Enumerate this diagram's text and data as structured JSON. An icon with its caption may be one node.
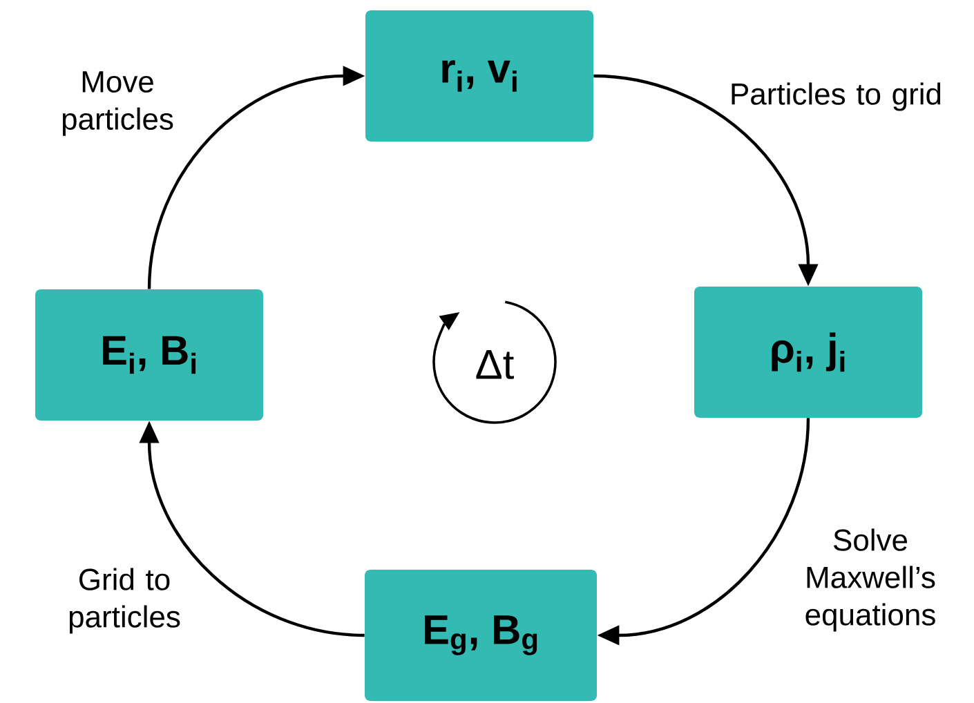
{
  "diagram": {
    "nodes": [
      {
        "text": [
          "r$_{i}$, v$_{i}$"
        ]
      },
      {
        "text": [
          "ρ$_{i}$, j$_{i}$"
        ]
      },
      {
        "text": [
          "E$_{g}$, B$_{g}$"
        ]
      },
      {
        "text": [
          "E$_{i}$, B$_{i}$"
        ]
      }
    ],
    "edges": [
      {
        "from": 0,
        "to": 1,
        "arrow": "to",
        "label": "Particles to grid"
      },
      {
        "from": 1,
        "to": 2,
        "arrow": "to",
        "label": "Solve Maxwell’s equations"
      },
      {
        "from": 2,
        "to": 3,
        "arrow": "to",
        "label": "Grid to particles"
      },
      {
        "from": 3,
        "to": 0,
        "arrow": "to",
        "label": "Move particles"
      }
    ],
    "labels": [
      "Δt"
    ]
  }
}
